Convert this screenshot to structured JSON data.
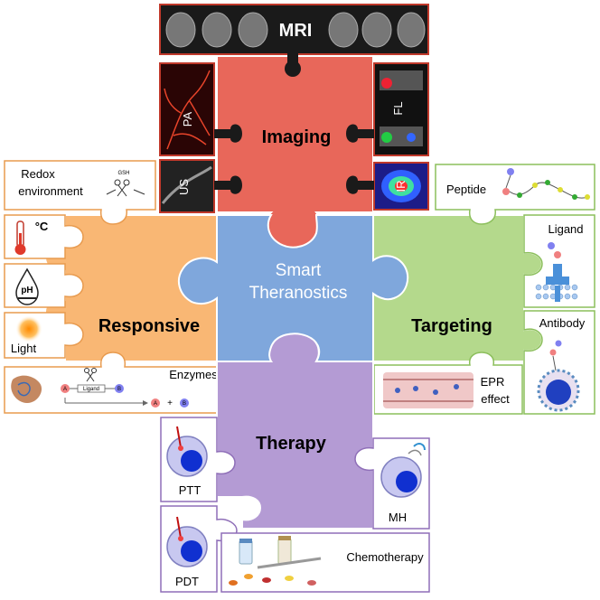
{
  "center": {
    "line1": "Smart",
    "line2": "Theranostics"
  },
  "sections": {
    "imaging": "Imaging",
    "responsive": "Responsive",
    "targeting": "Targeting",
    "therapy": "Therapy"
  },
  "imaging_tiles": {
    "mri": "MRI",
    "pa": "PA",
    "us": "US",
    "fl": "FL",
    "ir": "IR"
  },
  "responsive_tiles": {
    "redox_line1": "Redox",
    "redox_line2": "environment",
    "redox_gsh": "GSH",
    "temperature": "°C",
    "ph": "pH",
    "light": "Light",
    "enzymes": "Enzymes",
    "enzyme_ligand": "Ligand",
    "enzyme_a": "A",
    "enzyme_b": "B",
    "enzyme_plus": "+"
  },
  "targeting_tiles": {
    "peptide": "Peptide",
    "ligand": "Ligand",
    "antibody": "Antibody",
    "epr_line1": "EPR",
    "epr_line2": "effect"
  },
  "therapy_tiles": {
    "ptt": "PTT",
    "pdt": "PDT",
    "mh": "MH",
    "chemotherapy": "Chemotherapy"
  },
  "colors": {
    "imaging": "#e8675a",
    "responsive": "#f9b774",
    "targeting": "#b4d98c",
    "therapy": "#b49bd4",
    "center": "#7fa7dc",
    "tile_border_orange": "#e89b4f",
    "tile_border_green": "#8cbf5c",
    "tile_border_purple": "#8f6fb8",
    "tile_border_red": "#c0392b"
  }
}
